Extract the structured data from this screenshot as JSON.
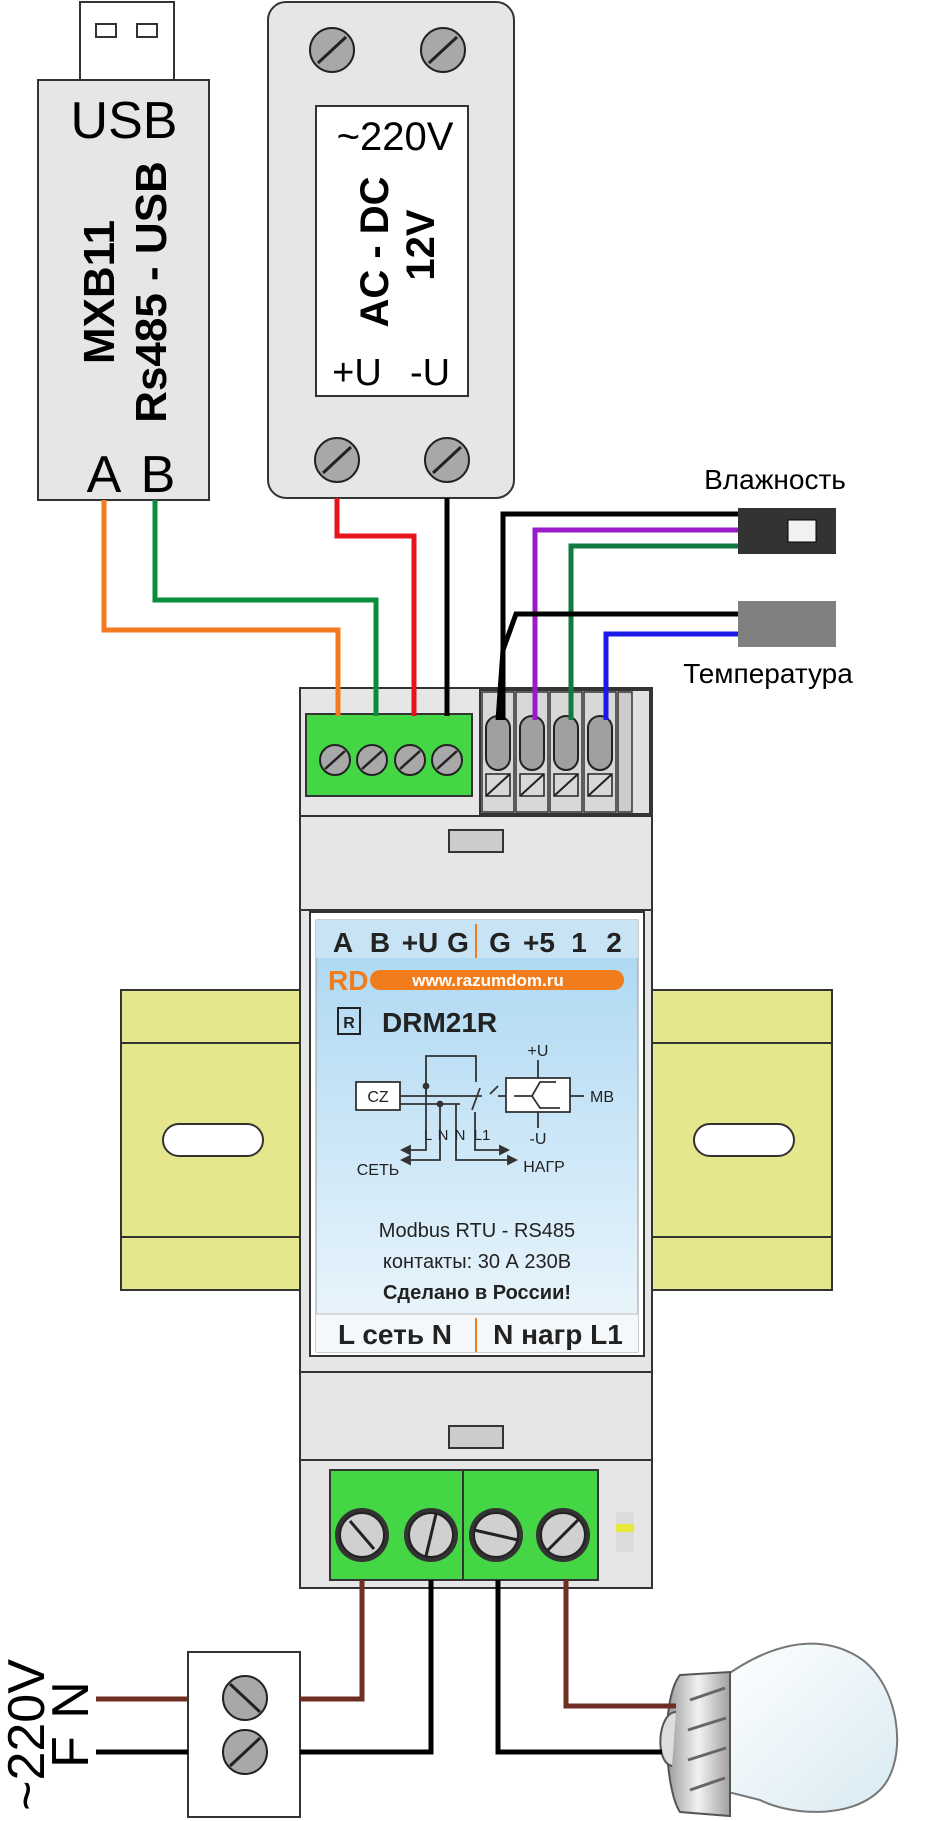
{
  "usb_adapter": {
    "usb_label": "USB",
    "model": "MXB11",
    "interface": "Rs485 - USB",
    "pin_a": "A",
    "pin_b": "B"
  },
  "power_supply": {
    "input": "~220V",
    "type": "AC - DC",
    "voltage": "12V",
    "plus": "+U",
    "minus": "-U"
  },
  "sensors": {
    "humidity_label": "Влажность",
    "temperature_label": "Температура"
  },
  "relay_module": {
    "top_terminals": [
      "A",
      "B",
      "+U",
      "G"
    ],
    "sensor_terminals": [
      "G",
      "+5",
      "1",
      "2"
    ],
    "brand": "RD",
    "website": "www.razumdom.ru",
    "model": "DRM21R",
    "schematic": {
      "cz": "CZ",
      "plus_u": "+U",
      "minus_u": "-U",
      "mb": "MB",
      "l": "L",
      "n1": "N",
      "n2": "N",
      "l1": "L1",
      "mains": "СЕТЬ",
      "load": "НАГР"
    },
    "protocol": "Modbus RTU - RS485",
    "contacts": "контакты: 30 А 230В",
    "made_in": "Сделано в России!",
    "bottom_left_label": "L сеть N",
    "bottom_right_label": "N нагр L1"
  },
  "mains_input": {
    "voltage": "~220V",
    "phase": "F",
    "neutral": "N"
  },
  "colors": {
    "wire_orange": "#f47920",
    "wire_green": "#0a8c3c",
    "wire_red": "#e8121a",
    "wire_black": "#000000",
    "wire_purple": "#9b1bc8",
    "wire_darkgreen": "#107a40",
    "wire_blue": "#1a1ae6",
    "wire_brown": "#6e2e22",
    "terminal_green": "#44d644",
    "din_rail": "#e6e68c",
    "label_blue": "#c8e4f4",
    "brand_orange": "#f07c1c"
  }
}
